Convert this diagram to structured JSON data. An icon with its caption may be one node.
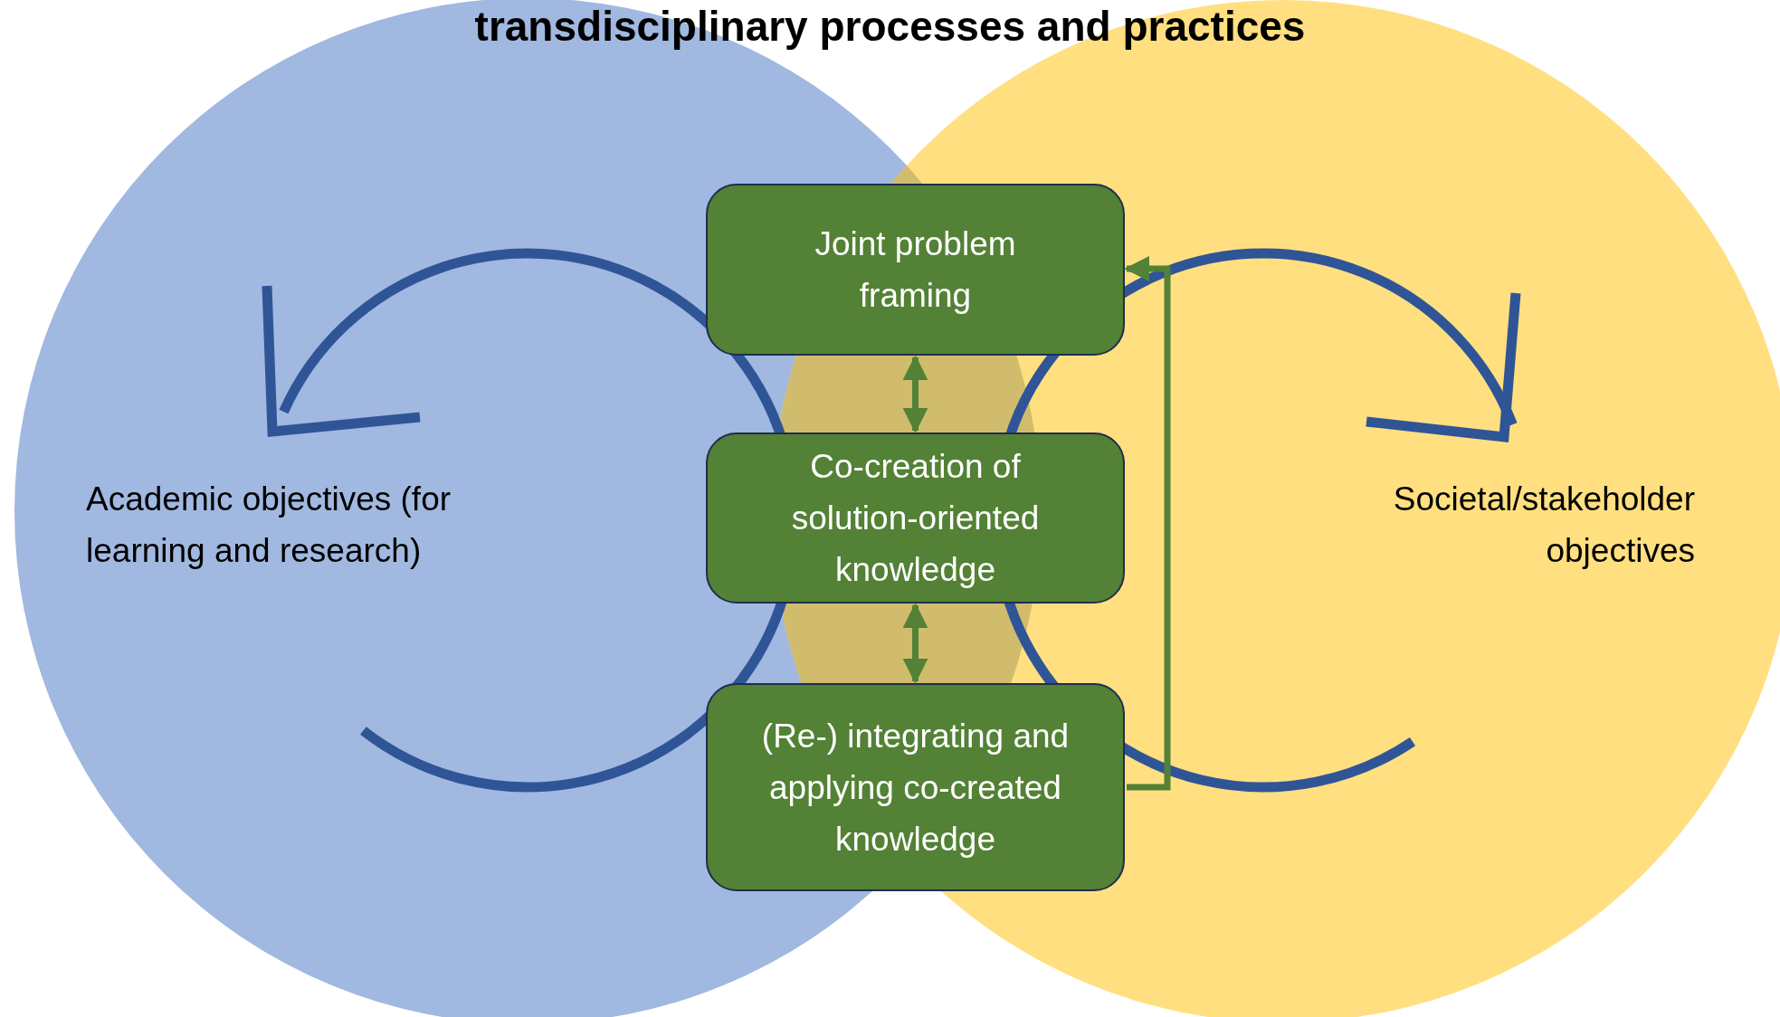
{
  "diagram": {
    "title": "transdisciplinary processes and practices",
    "nodes": [
      {
        "text": [
          "Joint problem framing"
        ]
      },
      {
        "text": [
          "Co-creation of solution-oriented knowledge"
        ]
      },
      {
        "text": [
          "(Re-) integrating and applying co-created knowledge"
        ]
      }
    ],
    "edges": [
      {
        "from": 0,
        "to": 1,
        "arrow": "both"
      },
      {
        "from": 1,
        "to": 2,
        "arrow": "both"
      },
      {
        "from": 2,
        "to": 0,
        "arrow": "to"
      }
    ],
    "labels": [
      "Academic objectives (for learning and research)",
      "Societal/stakeholder objectives"
    ]
  }
}
